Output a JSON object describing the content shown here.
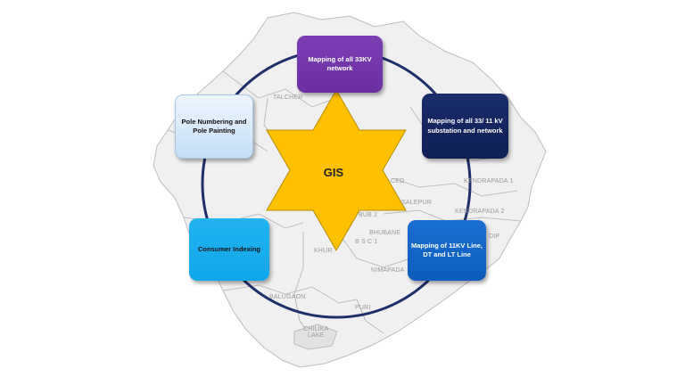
{
  "center": {
    "label": "GIS"
  },
  "colors": {
    "ring": "#1f2f6b",
    "star": "#ffc000",
    "star_outline": "#a57f00"
  },
  "boxes": {
    "top": "Mapping of all 33KV network",
    "top_right": "Mapping of all 33/ 11 kV substation and network",
    "bottom_right": "Mapping of 11KV Line, DT and LT Line",
    "bottom_left": "Consumer Indexing",
    "top_left": "Pole Numbering and Pole Painting"
  },
  "map_labels": {
    "talcher": "TALCHER",
    "ced": "CED",
    "salepur": "SALEPUR",
    "kendrapada1": "KENDRAPADA 1",
    "kendrapada2": "KENDRAPADA 2",
    "dip": "DIP",
    "bbsr": "BHUBANE",
    "nimapada": "NIMAPADA",
    "khurda": "KHUR",
    "balugaon": "BALUGAON",
    "puri": "PURI",
    "chilika": "CHILIKA\nLAKE",
    "bub2": "BUB 2",
    "bsc1": "B S C 1"
  }
}
